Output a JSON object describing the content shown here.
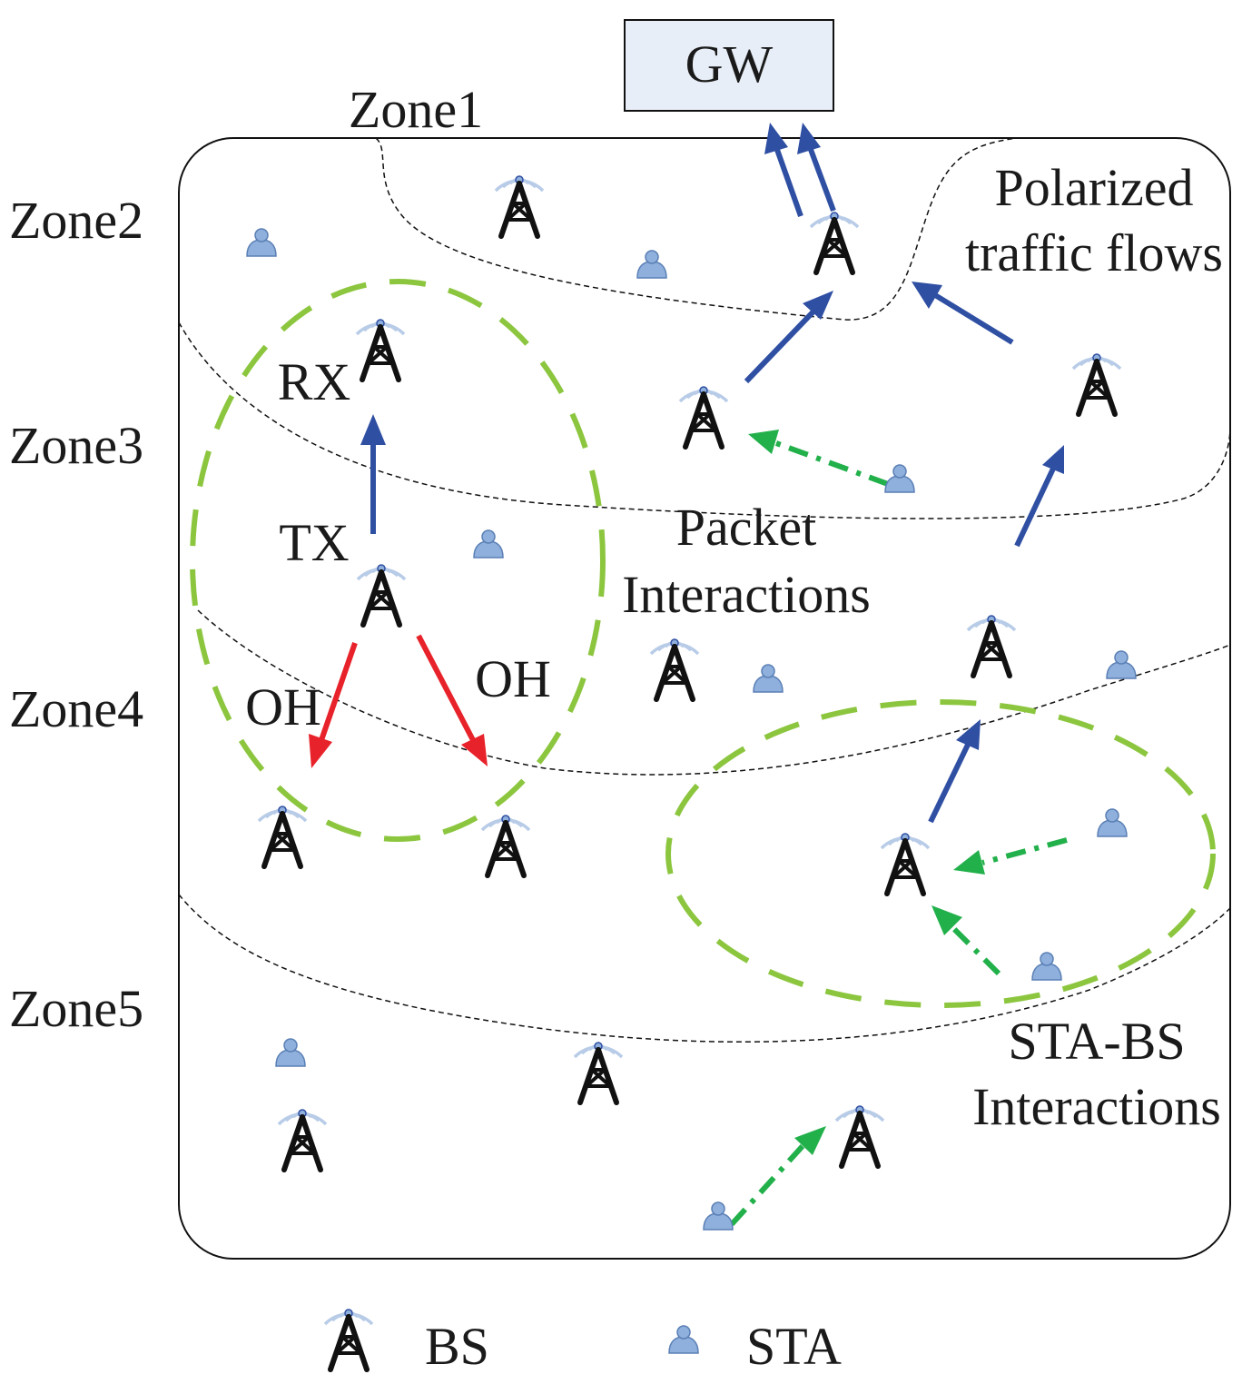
{
  "gateway": {
    "label": "GW"
  },
  "zones": [
    "Zone1",
    "Zone2",
    "Zone3",
    "Zone4",
    "Zone5"
  ],
  "annotations": {
    "polarized_line1": "Polarized",
    "polarized_line2": "traffic flows",
    "packet_line1": "Packet",
    "packet_line2": "Interactions",
    "stabs_line1": "STA-BS",
    "stabs_line2": "Interactions",
    "rx": "RX",
    "tx": "TX",
    "oh_left": "OH",
    "oh_right": "OH"
  },
  "legend": {
    "bs": "BS",
    "sta": "STA"
  },
  "colors": {
    "blue_arrow": "#2f4fa3",
    "red_arrow": "#e8222a",
    "green_arrow": "#22b04b",
    "green_ellipse": "#8cc63f",
    "sta_fill": "#8fb0dc",
    "signal_arc": "#b8cce8",
    "gw_fill": "#e8eef7"
  }
}
